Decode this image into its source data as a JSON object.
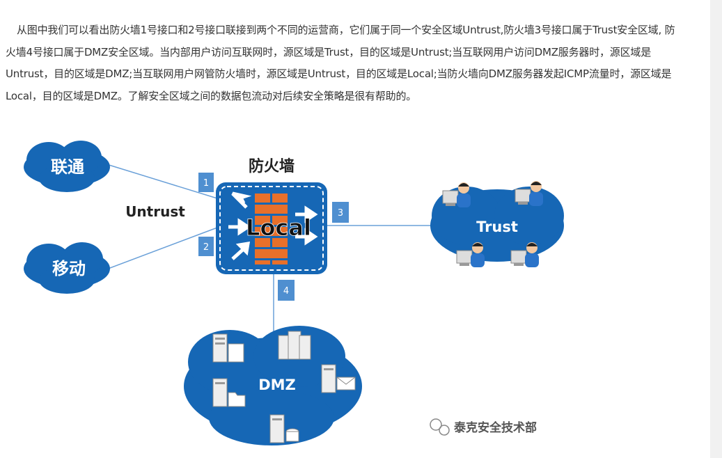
{
  "article": {
    "paragraph": "从图中我们可以看出防火墙1号接口和2号接口联接到两个不同的运营商，它们属于同一个安全区域Untrust,防火墙3号接口属于Trust安全区域, 防火墙4号接口属于DMZ安全区域。当内部用户访问互联网时，源区域是Trust，目的区域是Untrust;当互联网用户访问DMZ服务器时，源区域是Untrust，目的区域是DMZ;当互联网用户网管防火墙时，源区域是Untrust，目的区域是Local;当防火墙向DMZ服务器发起ICMP流量时，源区域是Local，目的区域是DMZ。了解安全区域之间的数据包流动对后续安全策略是很有帮助的。"
  },
  "diagram": {
    "isp1": "联通",
    "isp2": "移动",
    "untrust_label": "Untrust",
    "firewall_title": "防火墙",
    "local_label": "Local",
    "trust_label": "Trust",
    "dmz_label": "DMZ",
    "ports": [
      "1",
      "2",
      "3",
      "4"
    ],
    "watermark": "泰克安全技术部",
    "colors": {
      "cloud": "#1667b5",
      "port_box": "#4f8fd0",
      "bricks": "#e8702a",
      "line": "#6aa0d8"
    }
  }
}
